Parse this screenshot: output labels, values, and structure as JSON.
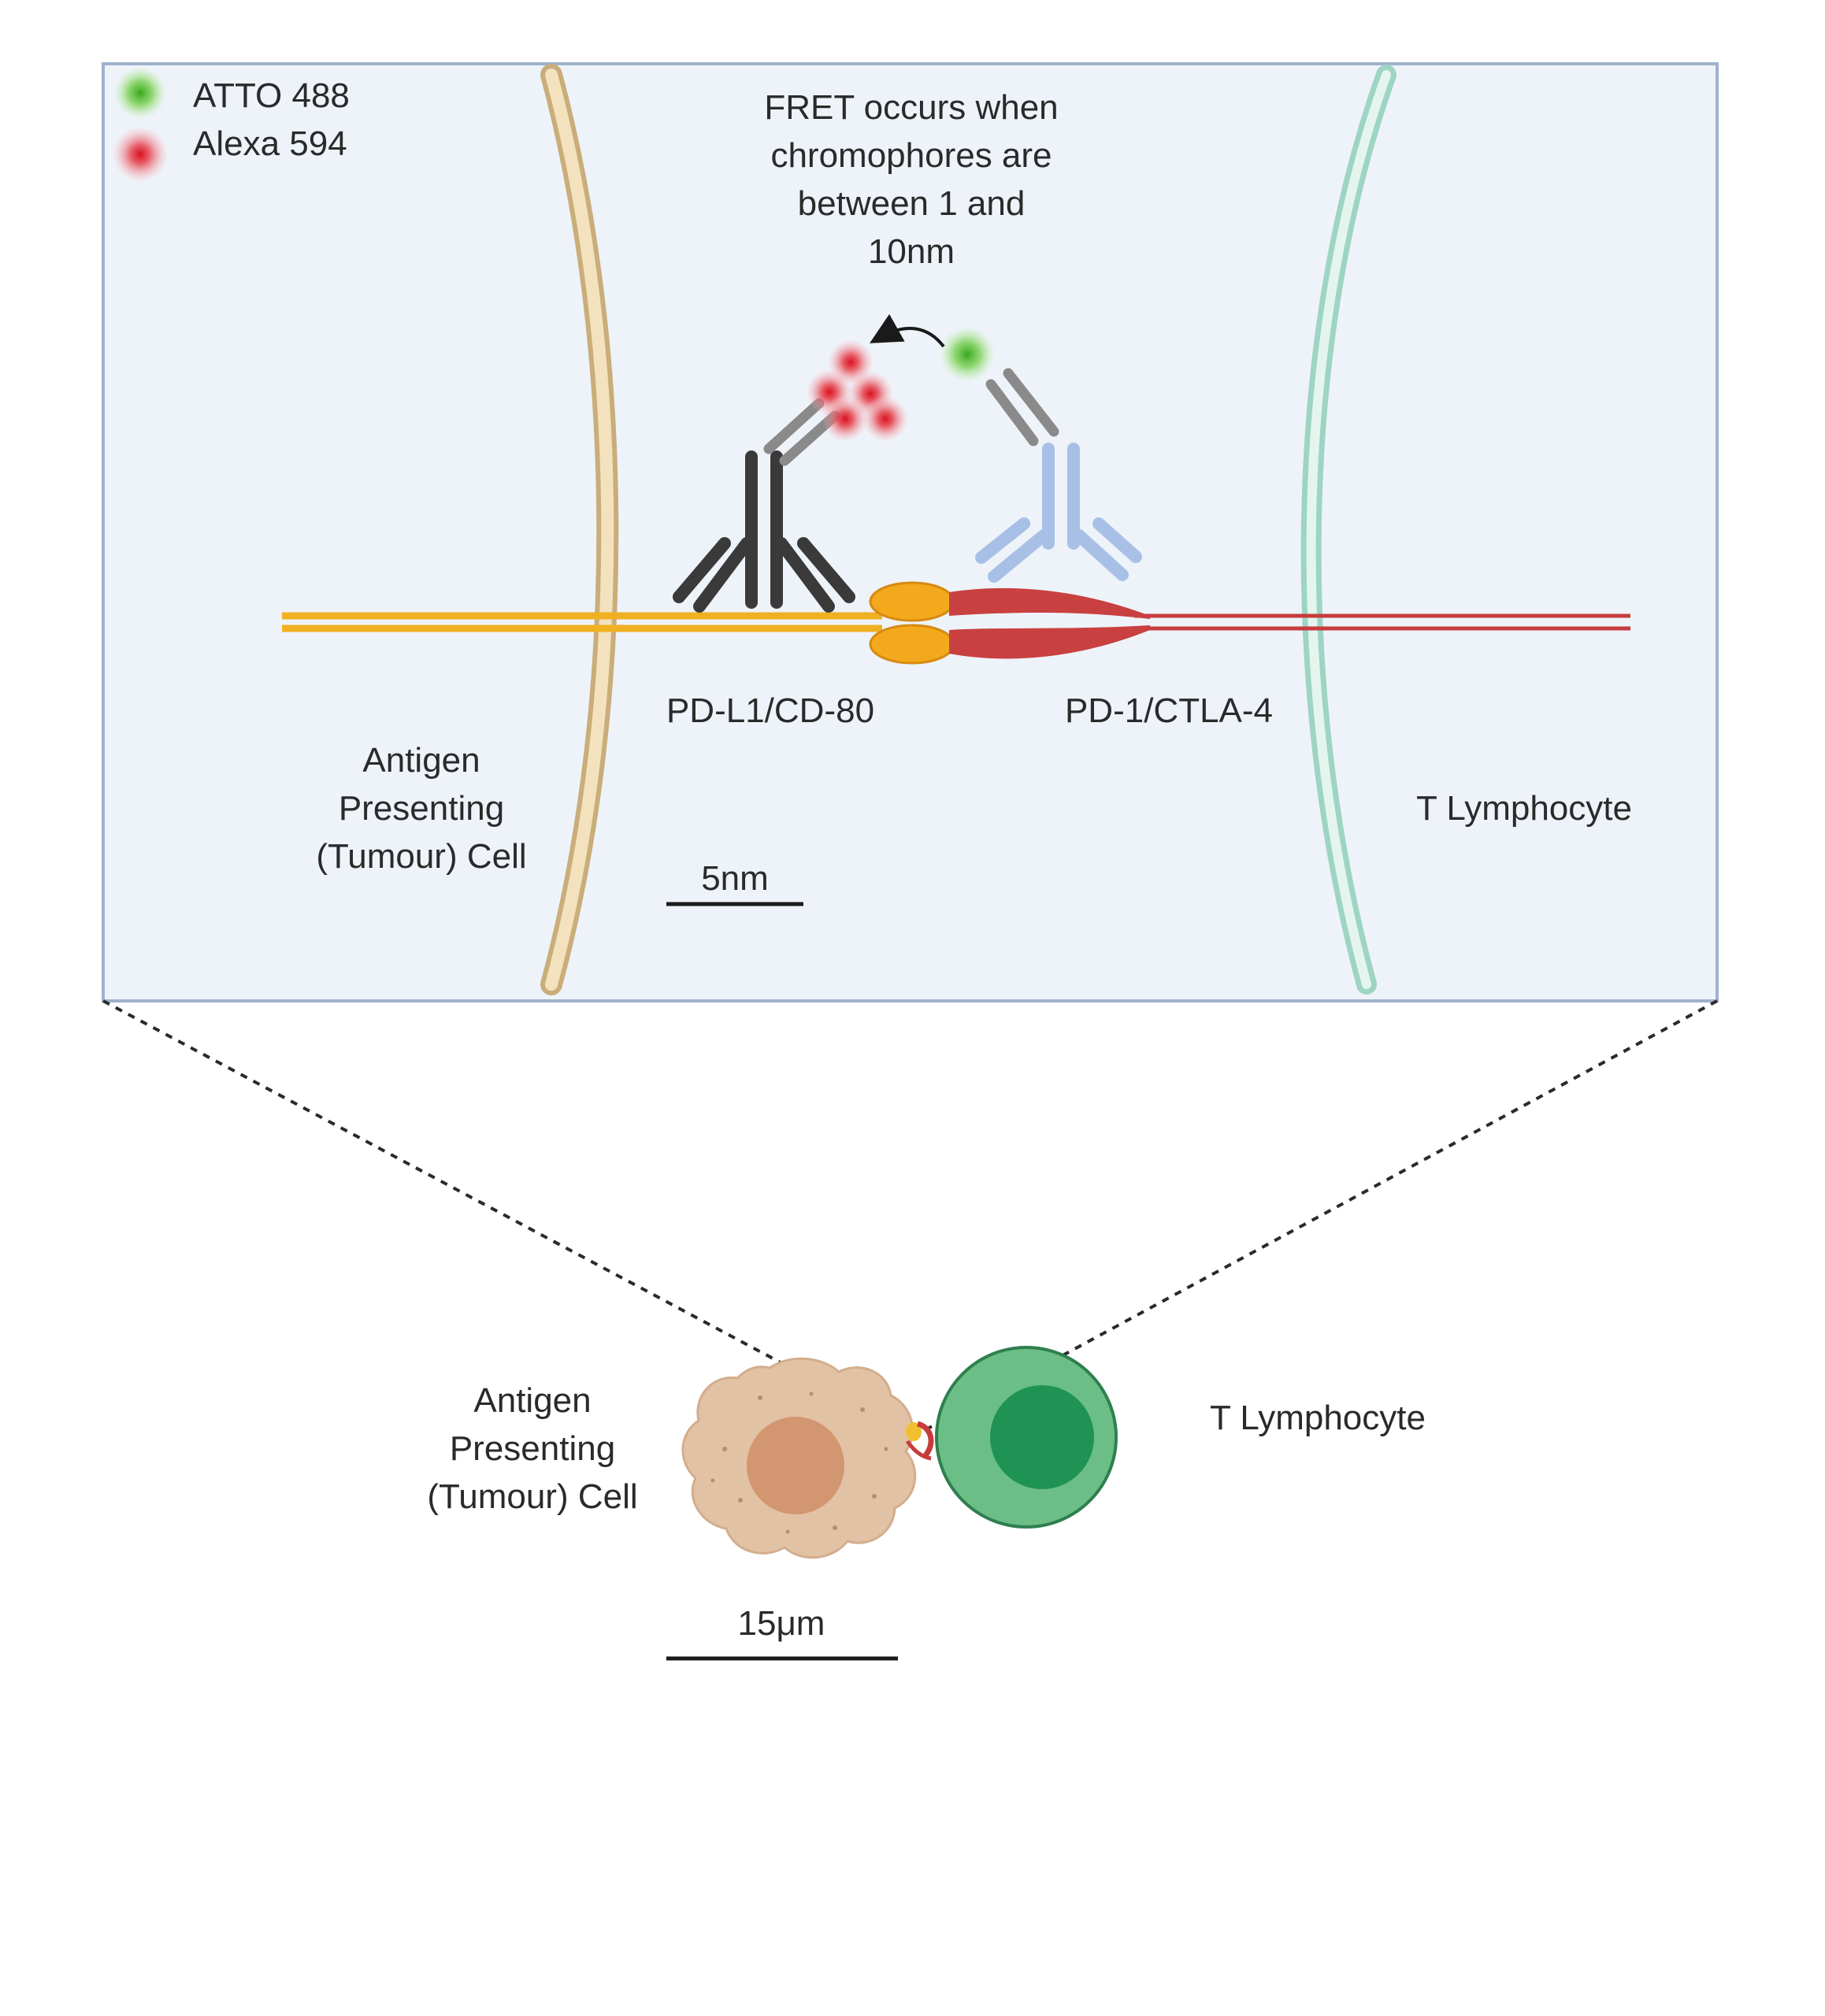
{
  "legend": {
    "items": [
      {
        "label": "ATTO 488",
        "color": "#5cc43c"
      },
      {
        "label": "Alexa 594",
        "color": "#e0222e"
      }
    ]
  },
  "fret_note": [
    "FRET occurs when",
    "chromophores are",
    "between 1 and",
    "10nm"
  ],
  "zoom_panel": {
    "left_cell_label": [
      "Antigen",
      "Presenting",
      "(Tumour) Cell"
    ],
    "right_cell_label": "T Lymphocyte",
    "ligand_label": "PD-L1/CD-80",
    "receptor_label": "PD-1/CTLA-4",
    "scale_bar_label": "5nm"
  },
  "overview": {
    "left_cell_label": [
      "Antigen",
      "Presenting",
      "(Tumour) Cell"
    ],
    "right_cell_label": "T Lymphocyte",
    "scale_bar_label": "15μm"
  },
  "colors": {
    "panel_bg": "#eef3fa",
    "panel_border": "#9fb2cc",
    "apc_membrane": "#ecd3a0",
    "t_membrane": "#b9e0d3",
    "ligand": "#f0b020",
    "receptor": "#c63c3c",
    "antibody_dark": "#3a3a3a",
    "antibody_light": "#a9c0e6",
    "tumour_cell": "#e2c2a4",
    "tumour_nucleus": "#d29670",
    "t_cell": "#6bbe85",
    "t_nucleus": "#1f9353"
  }
}
